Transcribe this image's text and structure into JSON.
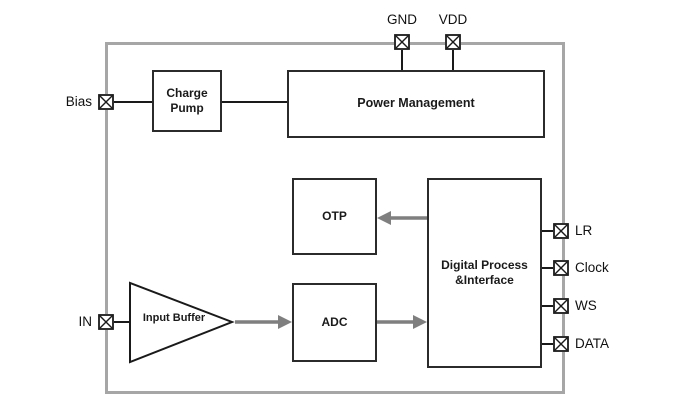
{
  "diagram": {
    "pins": {
      "gnd": "GND",
      "vdd": "VDD",
      "bias": "Bias",
      "in": "IN",
      "lr": "LR",
      "clock": "Clock",
      "ws": "WS",
      "data": "DATA"
    },
    "blocks": {
      "charge_pump": "Charge\nPump",
      "power_management": "Power Management",
      "otp": "OTP",
      "adc": "ADC",
      "digital": "Digital Process\n&Interface",
      "input_buffer": "Input Buffer"
    },
    "colors": {
      "chip_outline": "#a6a6a6",
      "block_border": "#2b2b2b",
      "wire": "#1a1a1a",
      "arrow": "#7f7f7f"
    }
  }
}
